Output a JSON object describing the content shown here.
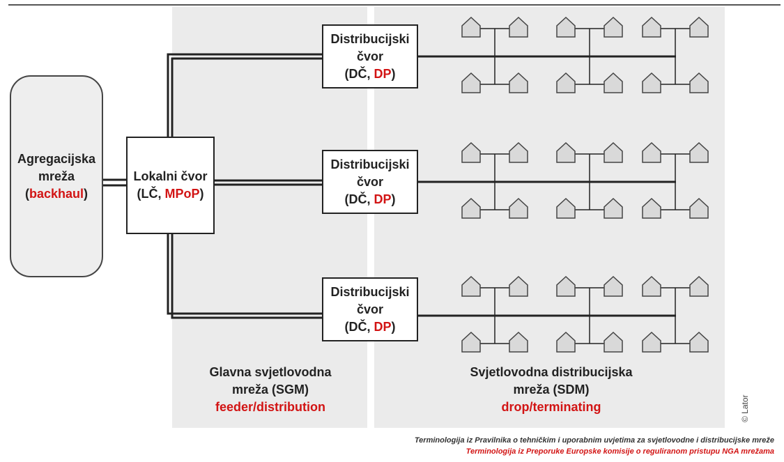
{
  "aggregation_node": {
    "line1": "Agregacijska",
    "line2": "mreža",
    "term": "backhaul"
  },
  "local_node": {
    "name": "Lokalni čvor",
    "abbr": "LČ",
    "term": "MPoP"
  },
  "distribution_nodes": [
    {
      "line1": "Distribucijski",
      "line2": "čvor",
      "abbr": "DČ",
      "term": "DP"
    },
    {
      "line1": "Distribucijski",
      "line2": "čvor",
      "abbr": "DČ",
      "term": "DP"
    },
    {
      "line1": "Distribucijski",
      "line2": "čvor",
      "abbr": "DČ",
      "term": "DP"
    }
  ],
  "zones": {
    "sgm": {
      "line1": "Glavna svjetlovodna",
      "line2": "mreža (SGM)",
      "term": "feeder/distribution"
    },
    "sdm": {
      "line1": "Svjetlovodna distribucijska",
      "line2": "mreža (SDM)",
      "term": "drop/terminating"
    }
  },
  "copyright": "© Lator",
  "legend": {
    "line1": "Terminologija iz Pravilnika o tehničkim i uporabnim uvjetima za svjetlovodne i distribucijske mreže",
    "line2": "Terminologija iz Preporuke Europske komisije o reguliranom pristupu NGA mrežama"
  },
  "colors": {
    "accent_red": "#d21414",
    "zone_fill": "#ebebeb",
    "line": "#222222"
  }
}
